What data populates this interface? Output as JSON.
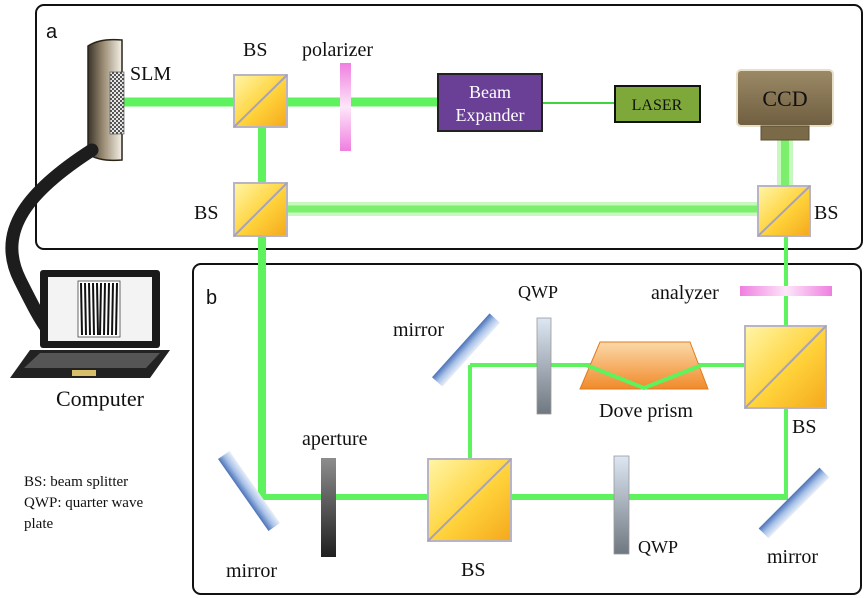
{
  "panels": {
    "a_label": "a",
    "b_label": "b"
  },
  "labels": {
    "slm": "SLM",
    "bs": "BS",
    "polarizer": "polarizer",
    "beam_expander_line1": "Beam",
    "beam_expander_line2": "Expander",
    "laser": "LASER",
    "ccd": "CCD",
    "qwp": "QWP",
    "analyzer": "analyzer",
    "mirror": "mirror",
    "dove_prism": "Dove prism",
    "aperture": "aperture",
    "computer": "Computer"
  },
  "legend": {
    "line1": "BS: beam splitter",
    "line2": "QWP: quarter wave",
    "line3": "plate"
  },
  "colors": {
    "beam": "#5ef25e",
    "beam_edge": "#2fc82f",
    "beam_splitter": "#ffd23a",
    "beam_expander": "#6a3f96",
    "laser": "#7fa83a",
    "ccd": "#8a7550",
    "polarizer": "#f7a6ea",
    "mirror": "#6f93c8",
    "dove_prism": "#f59a3a"
  }
}
